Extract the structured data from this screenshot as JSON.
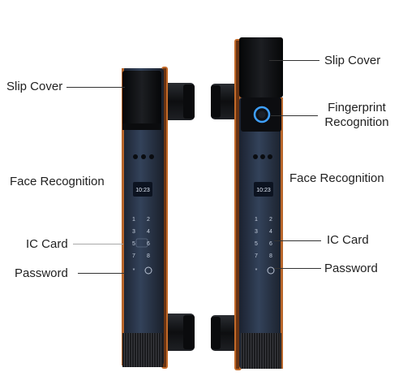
{
  "callouts": {
    "left": {
      "slip_cover": "Slip Cover",
      "face_recognition": "Face Recognition",
      "ic_card": "IC Card",
      "password": "Password"
    },
    "right": {
      "slip_cover": "Slip Cover",
      "fingerprint_line1": "Fingerprint",
      "fingerprint_line2": "Recognition",
      "face_recognition": "Face Recognition",
      "ic_card": "IC Card",
      "password": "Password"
    }
  },
  "display": {
    "time_left": "10:23",
    "time_right": "10:23"
  },
  "keypad": {
    "col1": [
      "1",
      "3",
      "5",
      "7",
      "*"
    ],
    "col2": [
      "2",
      "4",
      "6",
      "8",
      "0"
    ]
  },
  "colors": {
    "body": "#2e3a4d",
    "body_dark": "#161b24",
    "trim": "#c26a2a",
    "handle": "#15171b",
    "cover": "#0e0f12",
    "fingerprint_ring": "#3ea0ff"
  }
}
